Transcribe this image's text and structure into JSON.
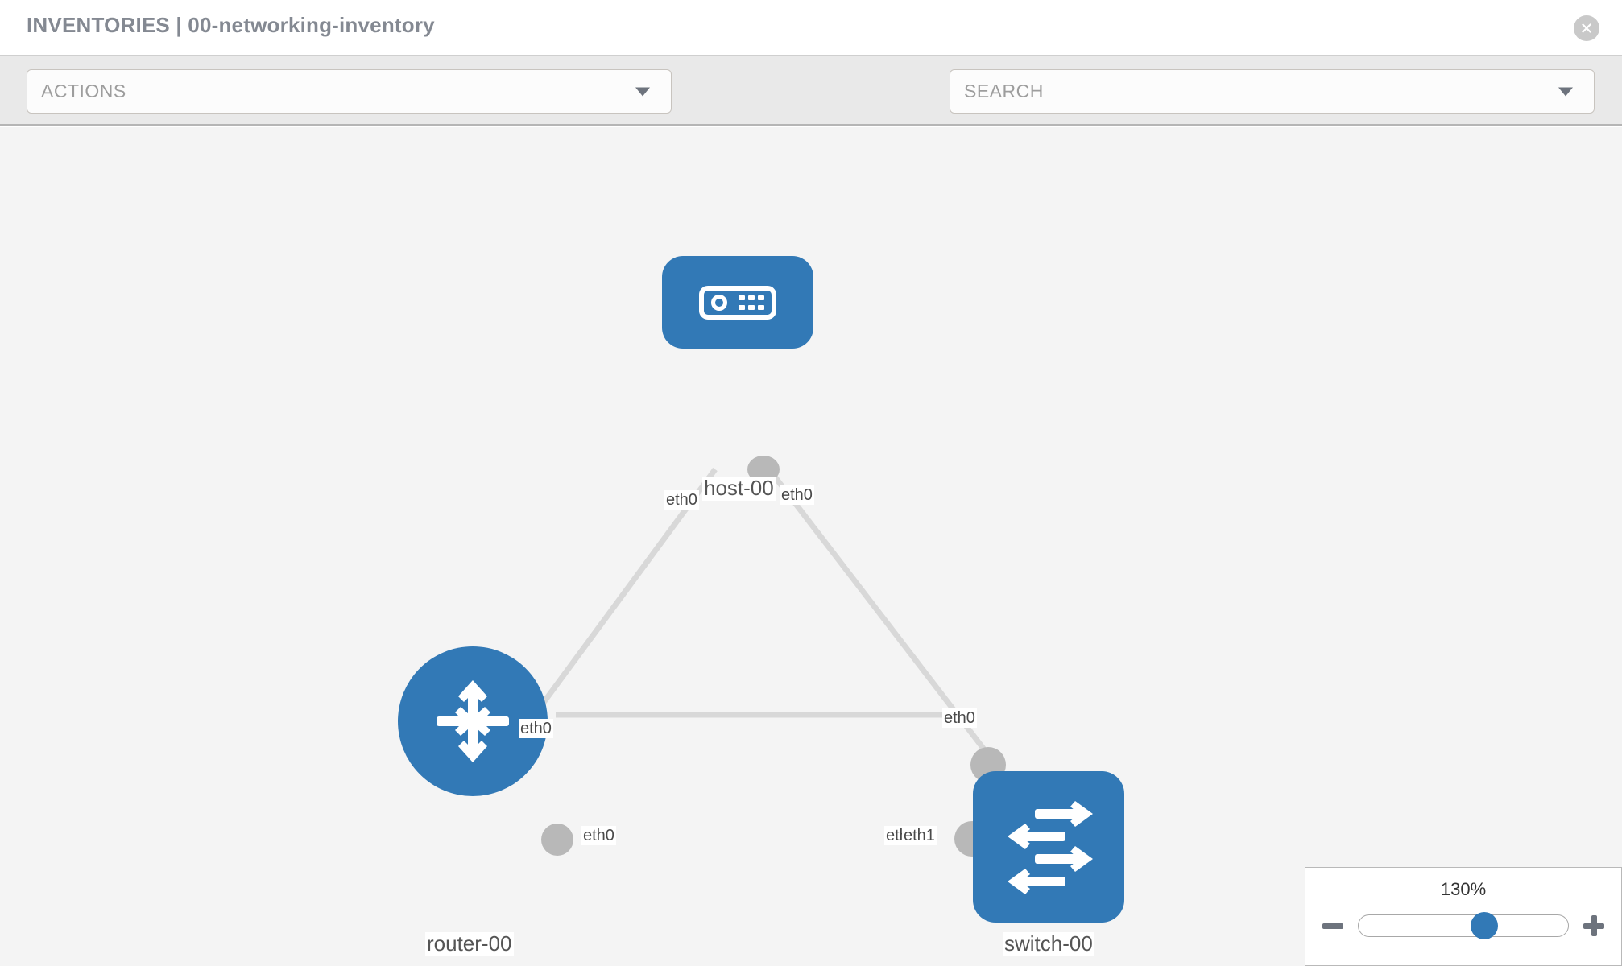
{
  "header": {
    "title": "INVENTORIES | 00-networking-inventory",
    "close_icon": "close-circle-icon"
  },
  "toolbar": {
    "actions_label": "ACTIONS",
    "actions_caret": "chevron-down-icon",
    "wrench_icon": "wrench-icon",
    "key_icon": "key-icon",
    "search_placeholder": "SEARCH",
    "search_caret": "chevron-down-icon"
  },
  "topology": {
    "nodes": [
      {
        "id": "host-00",
        "label": "host-00",
        "type": "host",
        "icon": "server-icon"
      },
      {
        "id": "router-00",
        "label": "router-00",
        "type": "router",
        "icon": "router-arrows-icon"
      },
      {
        "id": "switch-00",
        "label": "switch-00",
        "type": "switch",
        "icon": "switch-arrows-icon"
      }
    ],
    "edges": [
      {
        "from": "host-00",
        "to": "router-00",
        "from_label": "eth0",
        "to_label": "eth0"
      },
      {
        "from": "host-00",
        "to": "switch-00",
        "from_label": "eth0",
        "to_label": "eth0"
      },
      {
        "from": "router-00",
        "to": "switch-00",
        "from_label": "eth0",
        "to_label": "eth0",
        "overlap_label": "eth1"
      }
    ],
    "labels": {
      "host_eth_left": "eth0",
      "host_eth_right": "eth0",
      "router_up_eth": "eth0",
      "switch_up_eth": "eth0",
      "router_right_eth": "eth0",
      "switch_left_eth_under": "eth",
      "switch_left_eth": "eth1"
    },
    "colors": {
      "node_blue": "#3279b6",
      "nub_gray": "#b8b8b8",
      "edge_gray": "#d8d8d8",
      "canvas_bg": "#f4f4f4"
    }
  },
  "zoom": {
    "value": "130%",
    "minus_label": "zoom-out",
    "plus_label": "zoom-in",
    "slider_percent": 60
  }
}
